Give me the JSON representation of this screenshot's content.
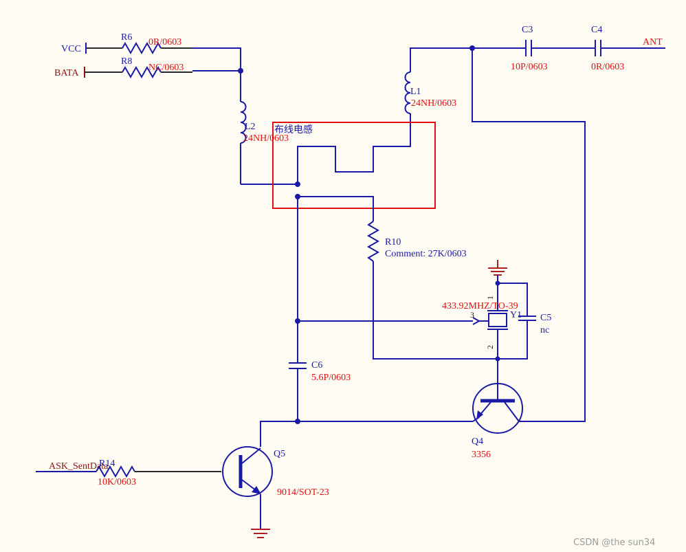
{
  "ports": {
    "vcc": "VCC",
    "bata": "BATA",
    "ant": "ANT",
    "ask": "ASK_SentData"
  },
  "components": {
    "r6": {
      "designator": "R6",
      "value": "0R/0603"
    },
    "r8": {
      "designator": "R8",
      "value": "NC/0603"
    },
    "l2": {
      "designator": "L2",
      "value": "24NH/0603"
    },
    "l1": {
      "designator": "L1",
      "value": "24NH/0603"
    },
    "c3": {
      "designator": "C3",
      "value": "10P/0603"
    },
    "c4": {
      "designator": "C4",
      "value": "0R/0603"
    },
    "r10": {
      "designator": "R10",
      "value": "Comment: 27K/0603"
    },
    "y1": {
      "designator": "Y1",
      "value": "433.92MHZ/TO-39",
      "pin1": "1",
      "pin2": "2",
      "pin3": "3"
    },
    "c5": {
      "designator": "C5",
      "value": "nc"
    },
    "c6": {
      "designator": "C6",
      "value": "5.6P/0603"
    },
    "q4": {
      "designator": "Q4",
      "value": "3356"
    },
    "q5": {
      "designator": "Q5",
      "value": "9014/SOT-23"
    },
    "r14": {
      "designator": "R14",
      "value": "10K/0603"
    }
  },
  "annotations": {
    "routing_inductor": "布线电感"
  },
  "watermark": "CSDN @the sun34",
  "colors": {
    "background": "#fefcf3",
    "wire": "#1a1aa6",
    "value_text": "#e01010",
    "highlight_box": "#e01010"
  }
}
